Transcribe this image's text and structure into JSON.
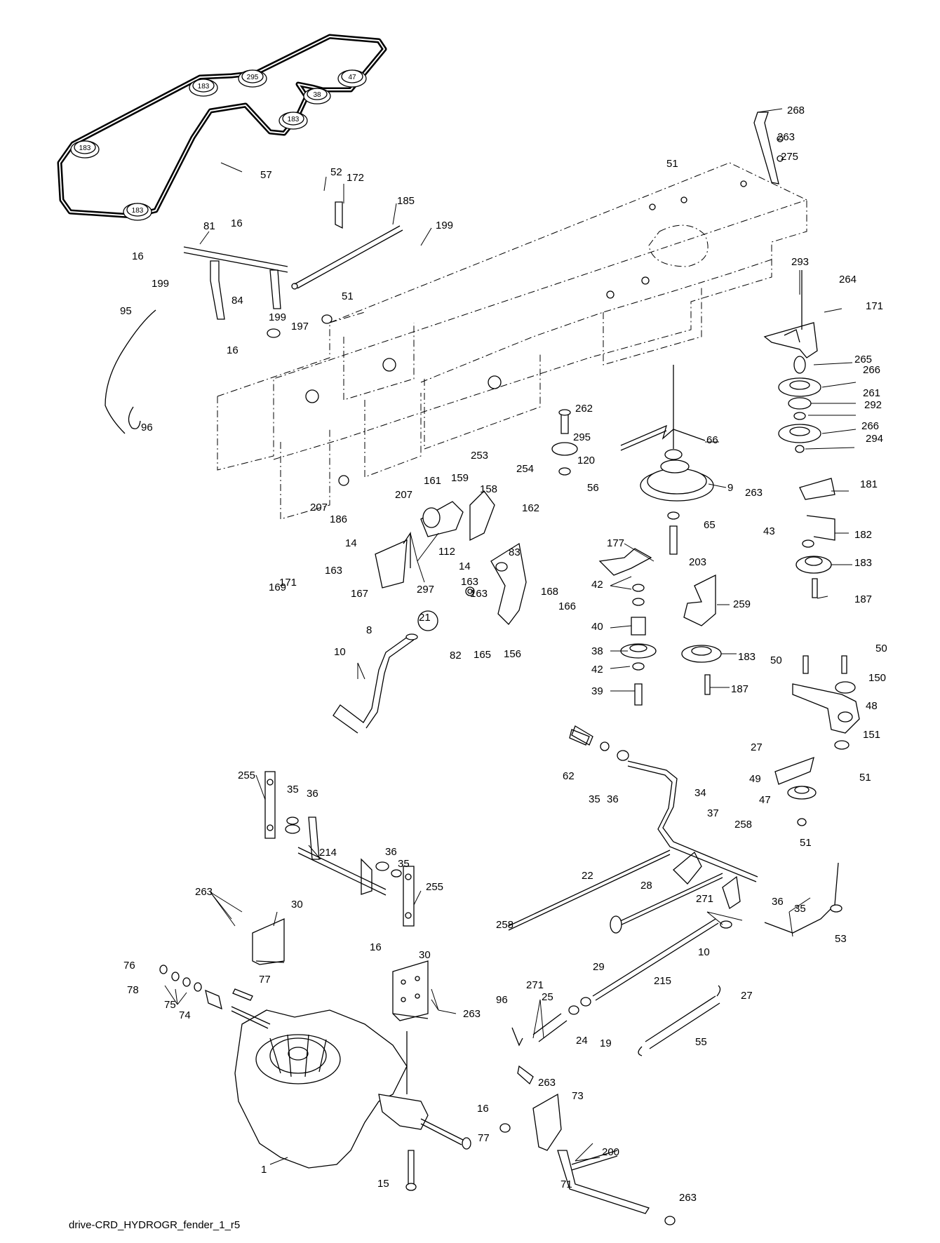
{
  "diagram": {
    "drawing_id": "drive-CRD_HYDROGR_fender_1_r5",
    "belt_pulley_badges": [
      "183",
      "295",
      "47",
      "38",
      "183",
      "183",
      "183"
    ],
    "callouts": [
      "57",
      "52",
      "172",
      "185",
      "199",
      "81",
      "16",
      "16",
      "199",
      "51",
      "84",
      "199",
      "197",
      "16",
      "95",
      "96",
      "51",
      "268",
      "263",
      "275",
      "293",
      "264",
      "171",
      "265",
      "266",
      "261",
      "292",
      "266",
      "294",
      "262",
      "295",
      "120",
      "66",
      "56",
      "9",
      "263",
      "181",
      "65",
      "43",
      "182",
      "203",
      "183",
      "187",
      "253",
      "254",
      "207",
      "161",
      "159",
      "158",
      "162",
      "186",
      "14",
      "112",
      "14",
      "163",
      "83",
      "207",
      "169",
      "171",
      "163",
      "167",
      "297",
      "163",
      "21",
      "82",
      "165",
      "156",
      "168",
      "166",
      "8",
      "10",
      "177",
      "42",
      "40",
      "38",
      "42",
      "39",
      "259",
      "183",
      "187",
      "50",
      "50",
      "150",
      "48",
      "27",
      "151",
      "49",
      "51",
      "47",
      "51",
      "62",
      "35",
      "36",
      "34",
      "37",
      "258",
      "255",
      "35",
      "36",
      "214",
      "36",
      "35",
      "255",
      "22",
      "28",
      "271",
      "36",
      "35",
      "263",
      "30",
      "258",
      "10",
      "29",
      "53",
      "215",
      "16",
      "30",
      "76",
      "77",
      "78",
      "75",
      "74",
      "263",
      "96",
      "271",
      "25",
      "24",
      "19",
      "27",
      "55",
      "263",
      "73",
      "16",
      "77",
      "200",
      "1",
      "15",
      "71",
      "263"
    ]
  }
}
